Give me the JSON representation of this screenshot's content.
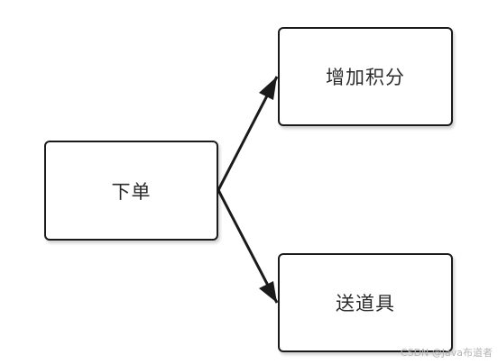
{
  "diagram": {
    "nodes": [
      {
        "id": "order",
        "label": "下单"
      },
      {
        "id": "points",
        "label": "增加积分"
      },
      {
        "id": "gift",
        "label": "送道具"
      }
    ],
    "edges": [
      {
        "from": "order",
        "to": "points"
      },
      {
        "from": "order",
        "to": "gift"
      }
    ],
    "colors": {
      "line": "#1a1a1a",
      "border": "#1a1a1a",
      "text": "#2b2b2b"
    }
  },
  "watermark": "CSDN @Java布道者"
}
